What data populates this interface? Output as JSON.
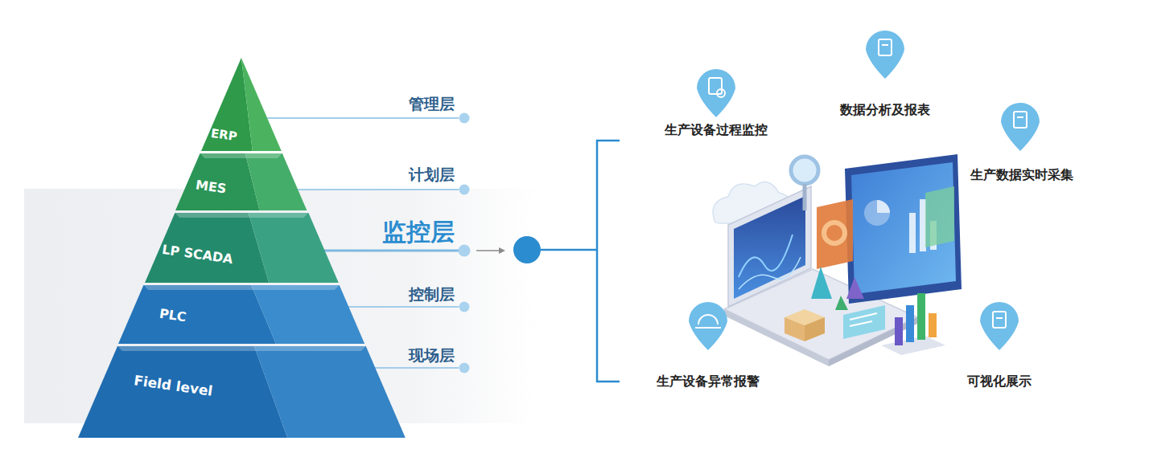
{
  "diagram": {
    "nodes": [
      {
        "text": [
          "ERP"
        ]
      },
      {
        "text": [
          "MES"
        ]
      },
      {
        "text": [
          "LP SCADA"
        ]
      },
      {
        "text": [
          "PLC"
        ]
      },
      {
        "text": [
          "Field level"
        ]
      }
    ],
    "labels": [
      "管理层",
      "计划层",
      "监控层",
      "控制层",
      "现场层",
      "生产设备过程监控",
      "数据分析及报表",
      "生产数据实时采集",
      "生产设备异常报警",
      "可视化展示"
    ]
  }
}
